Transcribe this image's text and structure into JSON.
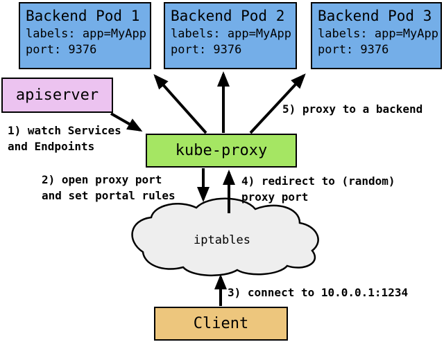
{
  "pods": [
    {
      "title": "Backend Pod 1",
      "labels_line": "labels: app=MyApp",
      "port_line": "port: 9376"
    },
    {
      "title": "Backend Pod 2",
      "labels_line": "labels: app=MyApp",
      "port_line": "port: 9376"
    },
    {
      "title": "Backend Pod 3",
      "labels_line": "labels: app=MyApp",
      "port_line": "port: 9376"
    }
  ],
  "apiserver_label": "apiserver",
  "kube_proxy_label": "kube-proxy",
  "iptables_label": "iptables",
  "client_label": "Client",
  "annotations": {
    "step1": "1) watch Services\nand Endpoints",
    "step2": "2) open proxy port\nand set portal rules",
    "step3": "3) connect to 10.0.0.1:1234",
    "step4": "4) redirect to (random)\nproxy port",
    "step5": "5) proxy to a backend"
  },
  "colors": {
    "pod_fill": "#74AEE8",
    "apiserver_fill": "#ECC3F0",
    "kube_proxy_fill": "#A5E663",
    "iptables_fill": "#EEEEEE",
    "client_fill": "#EDC67D",
    "border": "#000000",
    "background": "#FFFFFF"
  }
}
